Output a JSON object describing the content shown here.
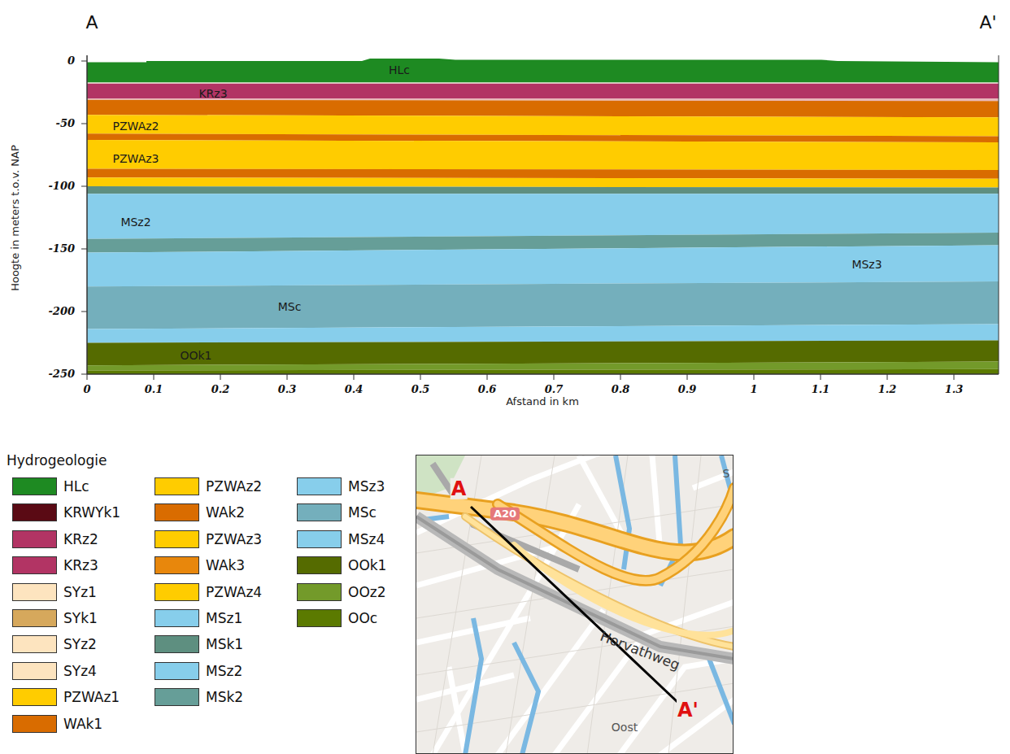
{
  "diagram": {
    "labels": [
      "A",
      "A'",
      "0",
      "-50",
      "-100",
      "-150",
      "-200",
      "-250",
      "0",
      "0.1",
      "0.2",
      "0.3",
      "0.4",
      "0.5",
      "0.6",
      "0.7",
      "0.8",
      "0.9",
      "1",
      "1.1",
      "1.2",
      "1.3",
      "Afstand in km",
      "Hoogte in meters t.o.v. NAP",
      "HLc",
      "KRz3",
      "PZWAz2",
      "PZWAz3",
      "MSz2",
      "MSz3",
      "MSc",
      "OOk1",
      "Hydrogeologie",
      "A",
      "A20",
      "Horvathweg",
      "A'",
      "Oost",
      "S"
    ],
    "legend": [
      {
        "text": "HLc",
        "color": "#1e8a22"
      },
      {
        "text": "KRWYk1",
        "color": "#5a0a14"
      },
      {
        "text": "KRz2",
        "color": "#b23464"
      },
      {
        "text": "KRz3",
        "color": "#b23464"
      },
      {
        "text": "SYz1",
        "color": "#fde4bf"
      },
      {
        "text": "SYk1",
        "color": "#d6a85c"
      },
      {
        "text": "SYz2",
        "color": "#fde4bf"
      },
      {
        "text": "SYz4",
        "color": "#fde4bf"
      },
      {
        "text": "PZWAz1",
        "color": "#ffcc00"
      },
      {
        "text": "WAk1",
        "color": "#d96c00"
      },
      {
        "text": "PZWAz2",
        "color": "#ffcc00"
      },
      {
        "text": "WAk2",
        "color": "#d96c00"
      },
      {
        "text": "PZWAz3",
        "color": "#ffcc00"
      },
      {
        "text": "WAk3",
        "color": "#e8870c"
      },
      {
        "text": "PZWAz4",
        "color": "#ffcc00"
      },
      {
        "text": "MSz1",
        "color": "#87ceeb"
      },
      {
        "text": "MSk1",
        "color": "#5e8f80"
      },
      {
        "text": "MSz2",
        "color": "#87ceeb"
      },
      {
        "text": "MSk2",
        "color": "#669e98"
      },
      {
        "text": "MSz3",
        "color": "#87ceeb"
      },
      {
        "text": "MSc",
        "color": "#74afbc"
      },
      {
        "text": "MSz4",
        "color": "#87ceeb"
      },
      {
        "text": "OOk1",
        "color": "#556b00"
      },
      {
        "text": "OOz2",
        "color": "#739a2a"
      },
      {
        "text": "OOc",
        "color": "#5b7a00"
      }
    ]
  }
}
